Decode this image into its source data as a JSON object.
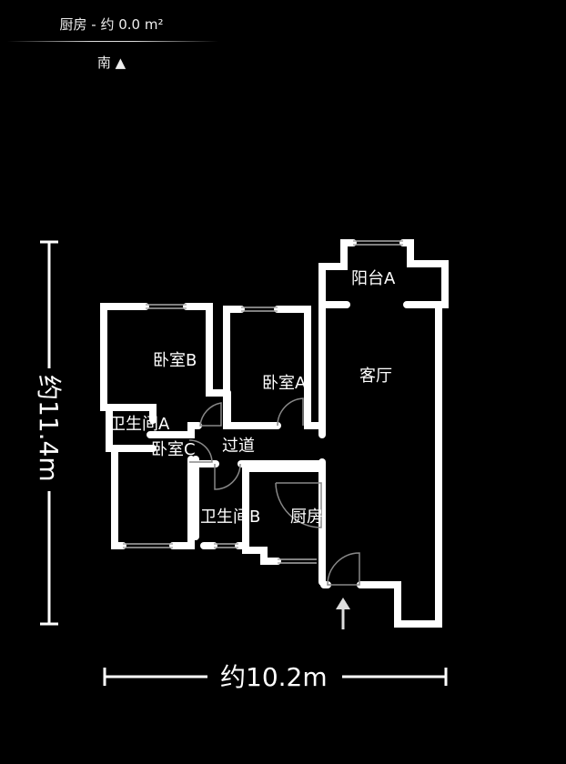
{
  "header": {
    "title": "厨房 - 约 0.0 m²",
    "direction": "南 ▲"
  },
  "rooms": {
    "balcony_a": "阳台A",
    "living_room": "客厅",
    "bedroom_b": "卧室B",
    "bedroom_a": "卧室A",
    "bathroom_a": "卫生间A",
    "bedroom_c": "卧室C",
    "hallway": "过道",
    "bathroom_b": "卫生间B",
    "kitchen": "厨房"
  },
  "dimensions": {
    "height": "约11.4m",
    "width": "约10.2m"
  },
  "icons": {
    "entrance": "arrow-up-icon"
  }
}
